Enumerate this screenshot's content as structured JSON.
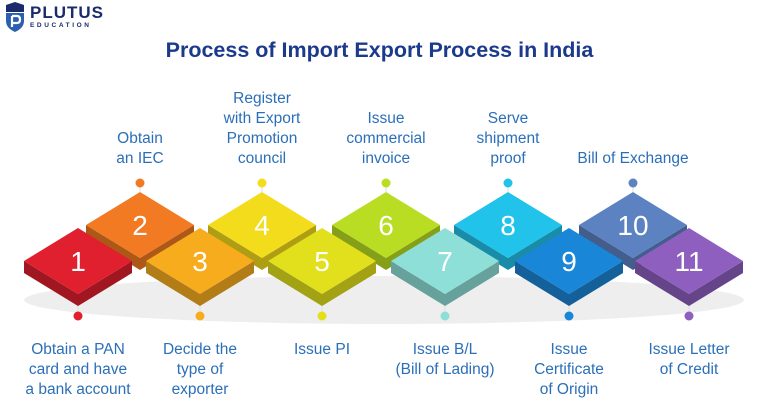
{
  "brand": {
    "name": "PLUTUS",
    "tagline": "EDUCATION"
  },
  "title": "Process of Import Export Process in India",
  "steps": [
    {
      "number": "1",
      "lines": [
        "Obtain a PAN",
        "card and have",
        "a bank account"
      ],
      "color": "#e0202e",
      "side": "bottom"
    },
    {
      "number": "2",
      "lines": [
        "Obtain",
        "an IEC"
      ],
      "color": "#f27a22",
      "side": "top"
    },
    {
      "number": "3",
      "lines": [
        "Decide the",
        "type of",
        "exporter"
      ],
      "color": "#f7ac1e",
      "side": "bottom"
    },
    {
      "number": "4",
      "lines": [
        "Register",
        "with Export",
        "Promotion",
        "council"
      ],
      "color": "#f3dc1c",
      "side": "top"
    },
    {
      "number": "5",
      "lines": [
        "Issue PI"
      ],
      "color": "#e2e01c",
      "side": "bottom"
    },
    {
      "number": "6",
      "lines": [
        "Issue",
        "commercial",
        "invoice"
      ],
      "color": "#b9dd22",
      "side": "top"
    },
    {
      "number": "7",
      "lines": [
        "Issue B/L",
        "(Bill of Lading)"
      ],
      "color": "#8edfd8",
      "side": "bottom"
    },
    {
      "number": "8",
      "lines": [
        "Serve",
        "shipment",
        "proof"
      ],
      "color": "#21c3ea",
      "side": "top"
    },
    {
      "number": "9",
      "lines": [
        "Issue",
        "Certificate",
        "of Origin"
      ],
      "color": "#1a86d7",
      "side": "bottom"
    },
    {
      "number": "10",
      "lines": [
        "Bill of Exchange"
      ],
      "color": "#5d82c2",
      "side": "top"
    },
    {
      "number": "11",
      "lines": [
        "Issue Letter",
        "of Credit"
      ],
      "color": "#8e5fbf",
      "side": "bottom"
    }
  ]
}
